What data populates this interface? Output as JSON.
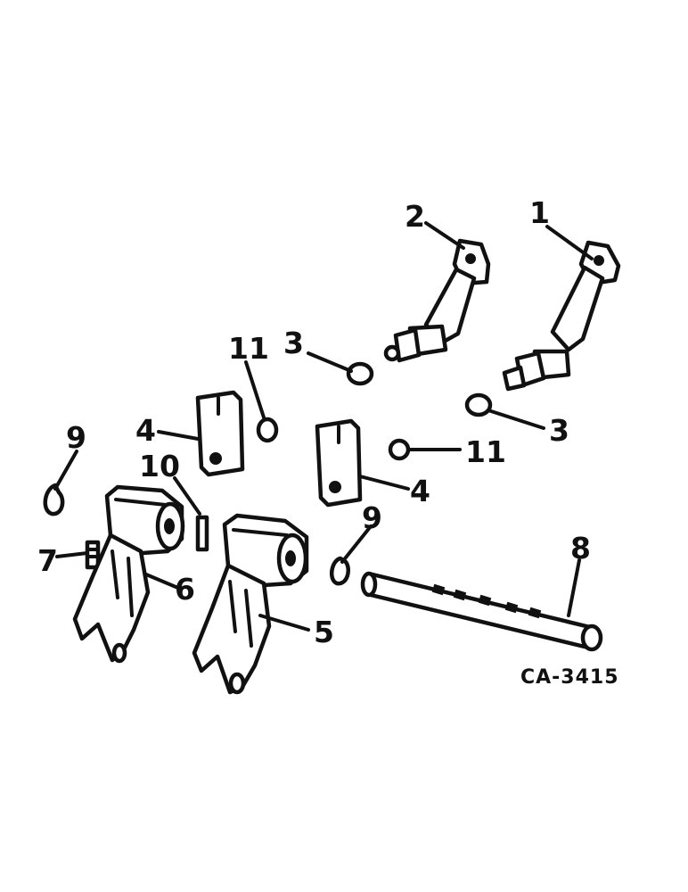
{
  "diagram": {
    "figure_code": "CA-3415",
    "callouts": {
      "c1": "1",
      "c2": "2",
      "c3a": "3",
      "c3b": "3",
      "c4a": "4",
      "c4b": "4",
      "c5": "5",
      "c6": "6",
      "c7": "7",
      "c8": "8",
      "c9a": "9",
      "c9b": "9",
      "c10": "10",
      "c11a": "11",
      "c11b": "11"
    }
  }
}
